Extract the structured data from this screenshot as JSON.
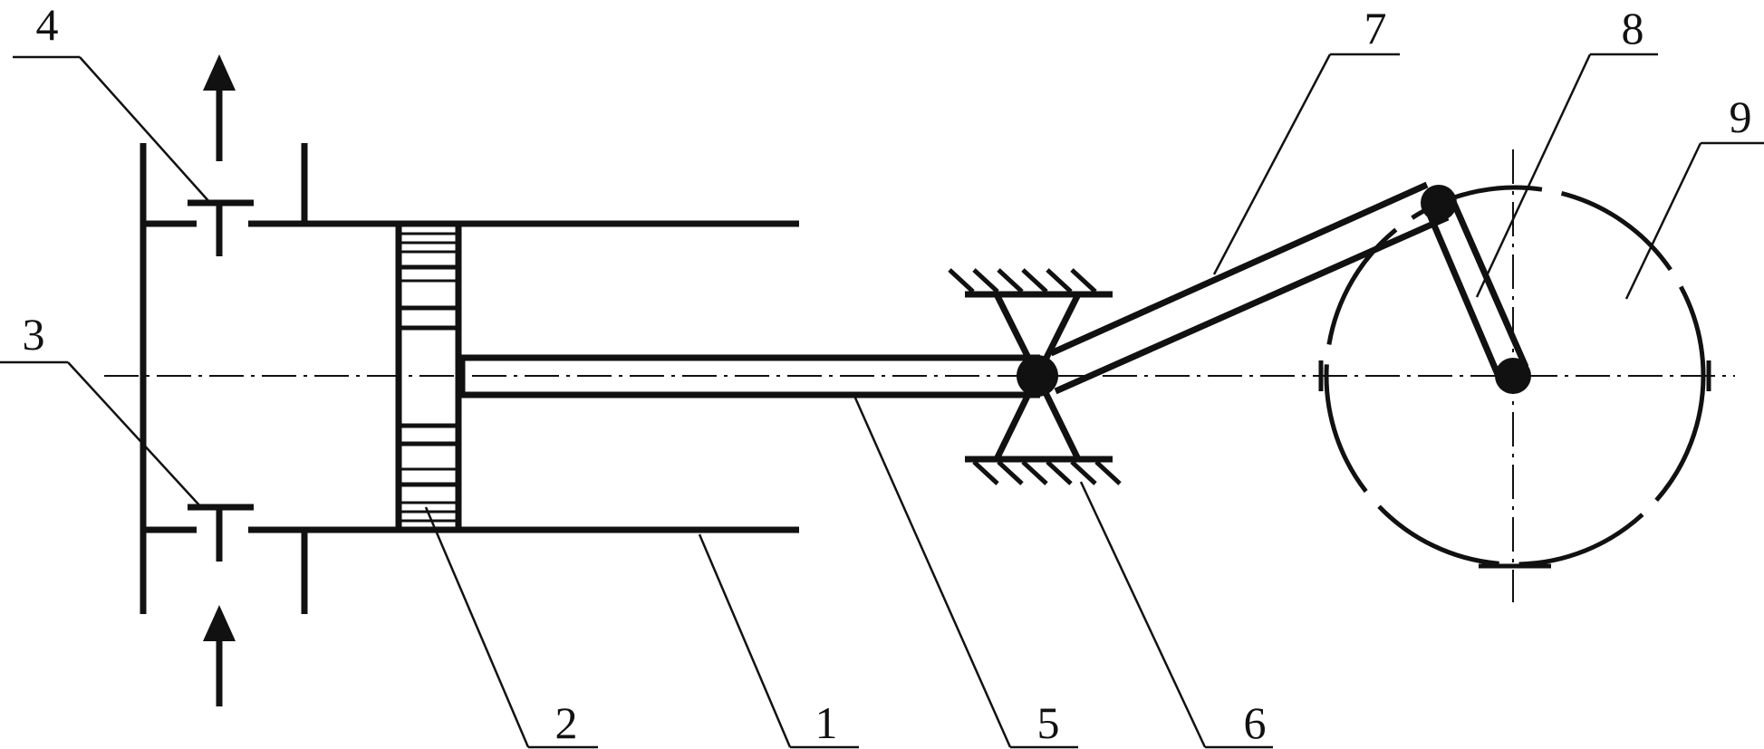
{
  "labels": {
    "cylinder": "1",
    "piston": "2",
    "inlet_valve": "3",
    "outlet_valve": "4",
    "piston_rod": "5",
    "crosshead_guide": "6",
    "connecting_rod": "7",
    "crank": "8",
    "crank_circle": "9"
  }
}
